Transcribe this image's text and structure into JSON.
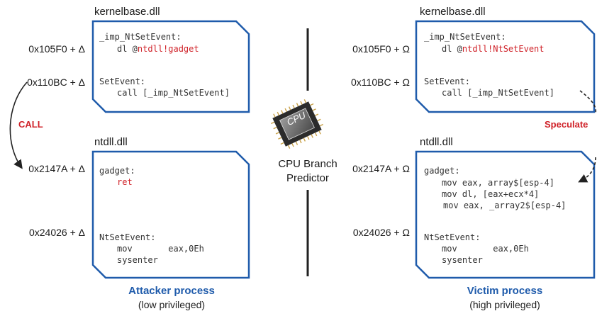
{
  "left": {
    "kernelbase": {
      "title": "kernelbase.dll",
      "addr1": "0x105F0 + Δ",
      "addr2": "0x110BC + Δ",
      "line1": "_imp_NtSetEvent:",
      "line2_prefix": "dl @",
      "line2_target": "ntdll!gadget",
      "line3": "SetEvent:",
      "line4": "call [_imp_NtSetEvent]"
    },
    "ntdll": {
      "title": "ntdll.dll",
      "addr1": "0x2147A + Δ",
      "addr2": "0x24026 + Δ",
      "line1": "gadget:",
      "line2": "ret",
      "line3": "NtSetEvent:",
      "line4": "mov       eax,0Eh",
      "line5": "sysenter"
    },
    "arrow_label": "CALL",
    "caption_title": "Attacker process",
    "caption_sub": "(low privileged)"
  },
  "center": {
    "chip_label": "CPU",
    "label_line1": "CPU Branch",
    "label_line2": "Predictor"
  },
  "right": {
    "kernelbase": {
      "title": "kernelbase.dll",
      "addr1": "0x105F0 + Ω",
      "addr2": "0x110BC + Ω",
      "line1": "_imp_NtSetEvent:",
      "line2_prefix": "dl @",
      "line2_target": "ntdll!NtSetEvent",
      "line3": "SetEvent:",
      "line4": "call [_imp_NtSetEvent]"
    },
    "ntdll": {
      "title": "ntdll.dll",
      "addr1": "0x2147A + Ω",
      "addr2": "0x24026 + Ω",
      "line1": "gadget:",
      "line2": "mov eax, array$[esp-4]",
      "line3": "mov dl, [eax+ecx*4]",
      "line4": "mov eax, _array2$[esp-4]",
      "line5": "NtSetEvent:",
      "line6": "mov       eax,0Eh",
      "line7": "sysenter"
    },
    "arrow_label": "Speculate",
    "caption_title": "Victim process",
    "caption_sub": "(high privileged)"
  },
  "colors": {
    "box_border": "#1f5bab",
    "accent_red": "#d0232a",
    "caption_blue": "#1f5bab"
  }
}
